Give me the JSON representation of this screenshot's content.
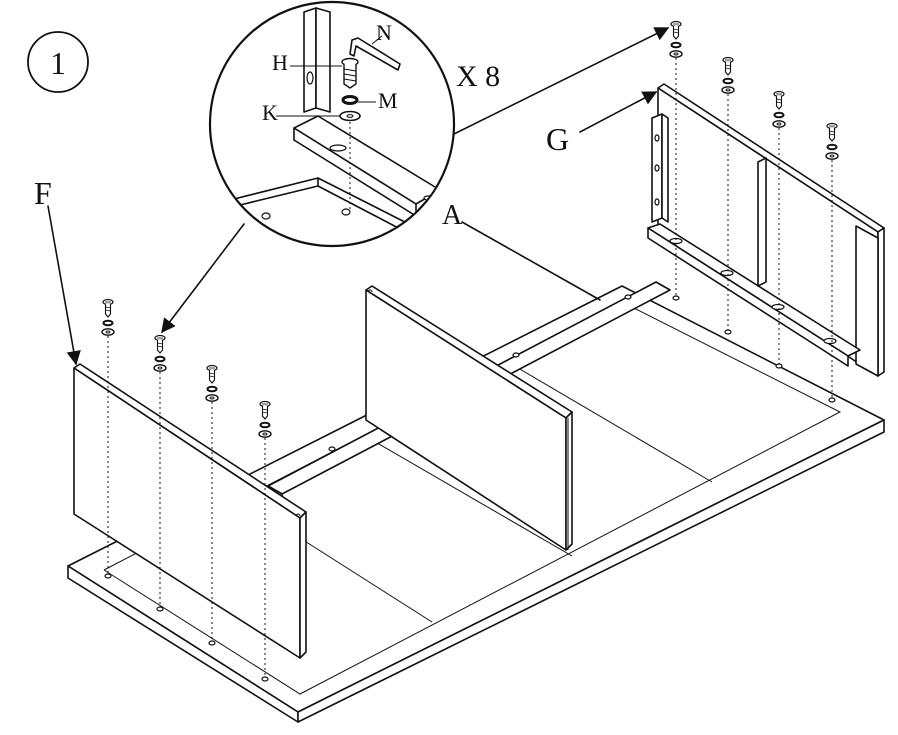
{
  "step": {
    "number": "1"
  },
  "labels": {
    "panel_f": "F",
    "panel_g": "G",
    "panel_a": "A",
    "screw_h": "H",
    "washer_k": "K",
    "washer_m": "M",
    "key_n": "N",
    "quantity": "X 8"
  },
  "icons": {
    "screw": "screw-icon",
    "hex_key": "hex-key-icon",
    "washer": "washer-icon"
  },
  "colors": {
    "line": "#111111",
    "background": "#ffffff"
  }
}
